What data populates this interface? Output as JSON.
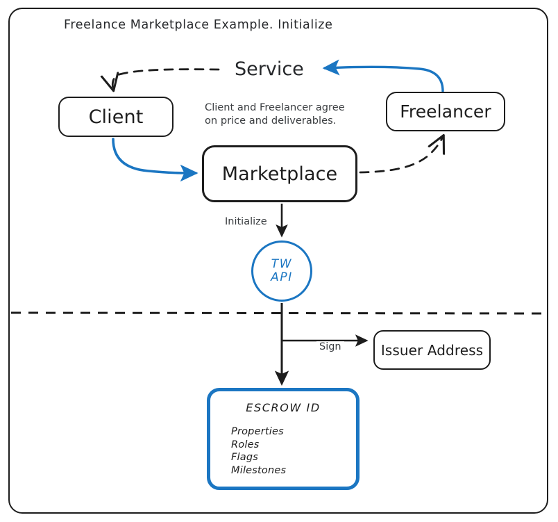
{
  "diagram": {
    "title": "Freelance Marketplace Example. Initialize",
    "accent_color": "#1b76c2",
    "line_color": "#1d1d1d",
    "background": "#ffffff"
  },
  "nodes": {
    "client": {
      "label": "Client"
    },
    "freelancer": {
      "label": "Freelancer"
    },
    "marketplace": {
      "label": "Marketplace"
    },
    "api": {
      "line1": "TW",
      "line2": "API"
    },
    "issuer": {
      "label": "Issuer Address"
    },
    "escrow": {
      "title": "ESCROW ID",
      "items": [
        "Properties",
        "Roles",
        "Flags",
        "Milestones"
      ]
    }
  },
  "edges": {
    "service": "Service",
    "initialize": "Initialize",
    "sign": "Sign"
  },
  "notes": {
    "agreement_line1": "Client and Freelancer agree",
    "agreement_line2": "on price and deliverables."
  }
}
